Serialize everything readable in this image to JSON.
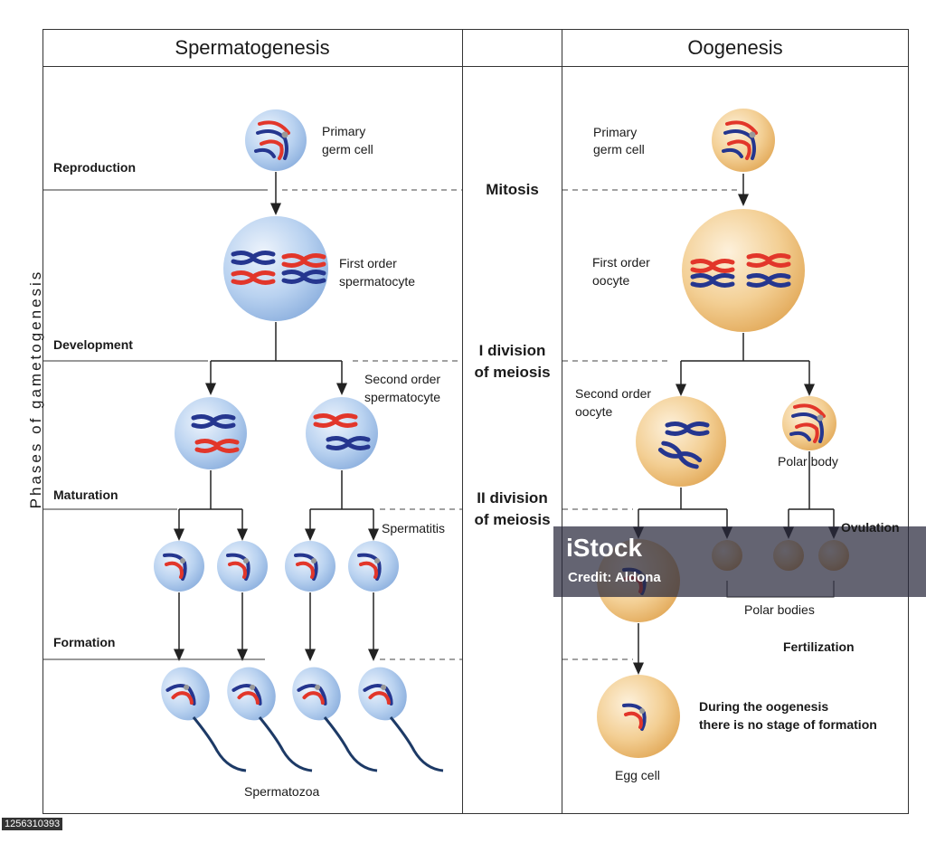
{
  "headers": {
    "left": "Spermatogenesis",
    "right": "Oogenesis"
  },
  "vertical_label": "Phases of gametogenesis",
  "phases": {
    "reproduction": "Reproduction",
    "development": "Development",
    "maturation": "Maturation",
    "formation": "Formation"
  },
  "middle": {
    "mitosis": "Mitosis",
    "div1_a": "I division",
    "div1_b": "of meiosis",
    "div2_a": "II division",
    "div2_b": "of meiosis"
  },
  "sperm": {
    "primary_a": "Primary",
    "primary_b": "germ cell",
    "first_a": "First order",
    "first_b": "spermatocyte",
    "second_a": "Second order",
    "second_b": "spermatocyte",
    "spermatids": "Spermatitis",
    "spermatozoa": "Spermatozoa"
  },
  "oo": {
    "primary_a": "Primary",
    "primary_b": "germ cell",
    "first_a": "First order",
    "first_b": "oocyte",
    "second_a": "Second order",
    "second_b": "oocyte",
    "polar_body": "Polar body",
    "ovulation": "Ovulation",
    "polar_bodies": "Polar bodies",
    "fertilization": "Fertilization",
    "note_a": "During the oogenesis",
    "note_b": "there is no stage of formation",
    "egg": "Egg cell"
  },
  "watermark": {
    "logo": "iStock",
    "credit": "Credit: Aldona"
  },
  "stock_id": "1256310393",
  "colors": {
    "sperm_cell": "#a9c7ec",
    "oo_cell": "#f1c88a",
    "chrom_blue": "#25368f",
    "chrom_red": "#e2362a"
  }
}
